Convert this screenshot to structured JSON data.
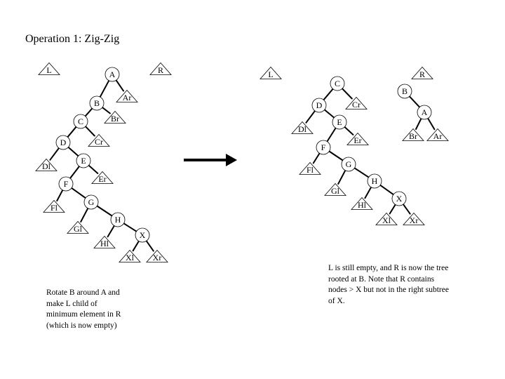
{
  "slide": {
    "title": "Operation 1: Zig-Zig",
    "left_caption": "Rotate B around A and make L child of minimum element in R (which is now empty)",
    "right_caption": "L is still empty, and R is now the tree rooted at B. Note that R contains nodes > X but not in the right subtree of X."
  },
  "before": {
    "L": "L",
    "R": "R",
    "A": "A",
    "Ar": "Ar",
    "B": "B",
    "Br": "Br",
    "C": "C",
    "Cr": "Cr",
    "D": "D",
    "Dl": "Dl",
    "E": "E",
    "Er": "Er",
    "F": "F",
    "Fl": "Fl",
    "G": "G",
    "Gl": "Gl",
    "H": "H",
    "Hl": "Hl",
    "X": "X",
    "Xl": "Xl",
    "Xr": "Xr"
  },
  "after": {
    "L": "L",
    "R": "R",
    "C": "C",
    "Cr": "Cr",
    "D": "D",
    "Dl": "Dl",
    "E": "E",
    "Er": "Er",
    "F": "F",
    "Fl": "Fl",
    "G": "G",
    "Gl": "Gl",
    "H": "H",
    "Hl": "Hl",
    "X": "X",
    "Xl": "Xl",
    "Xr": "Xr",
    "B": "B",
    "A": "A",
    "Br": "Br",
    "Ar": "Ar"
  }
}
